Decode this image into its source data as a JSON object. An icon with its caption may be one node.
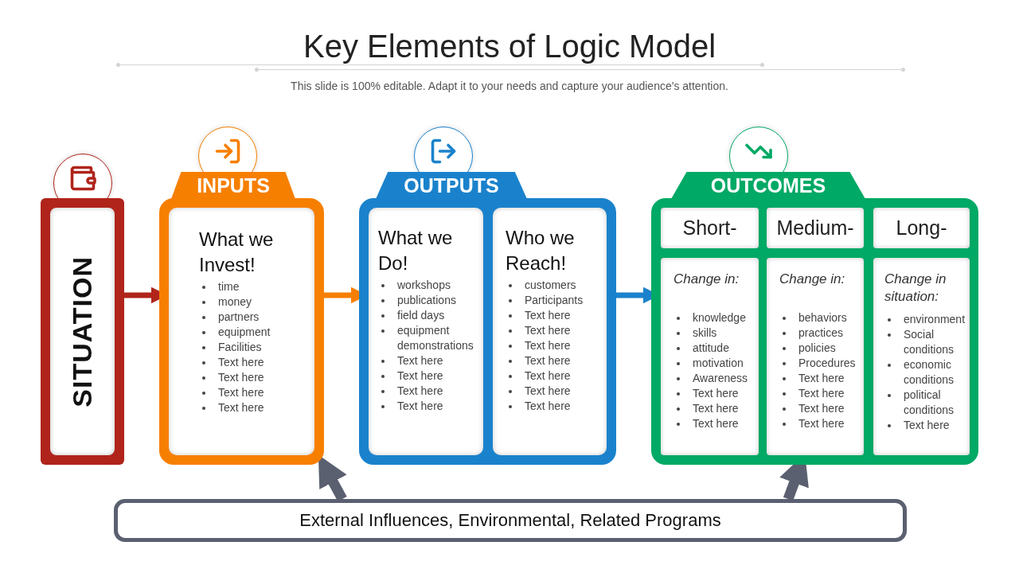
{
  "diagram": {
    "title": "Key Elements of Logic Model",
    "nodes": [
      {
        "text": [
          "SITUATION"
        ]
      },
      {
        "text": [
          "INPUTS"
        ]
      },
      {
        "text": [
          "What we Invest!",
          "time",
          "money",
          "partners",
          "equipment",
          "Facilities",
          "Text here",
          "Text here",
          "Text here",
          "Text here"
        ],
        "in": 1
      },
      {
        "text": [
          "OUTPUTS"
        ]
      },
      {
        "text": [
          "What we Do!",
          "workshops",
          "publications",
          "field days",
          "equipment demonstrations",
          "Text here",
          "Text here",
          "Text here",
          "Text here"
        ],
        "in": 3
      },
      {
        "text": [
          "Who we Reach!",
          "customers",
          "Participants",
          "Text here",
          "Text here",
          "Text here",
          "Text here",
          "Text here",
          "Text here",
          "Text here"
        ],
        "in": 3
      },
      {
        "text": [
          "OUTCOMES"
        ]
      },
      {
        "text": [
          "Short-"
        ],
        "in": 6
      },
      {
        "text": [
          "Medium-"
        ],
        "in": 6
      },
      {
        "text": [
          "Long-"
        ],
        "in": 6
      },
      {
        "text": [
          "Change in:",
          "knowledge",
          "skills",
          "attitude",
          "motivation",
          "Awareness",
          "Text here",
          "Text here",
          "Text here"
        ],
        "in": 6
      },
      {
        "text": [
          "Change in:",
          "behaviors",
          "practices",
          "policies",
          "Procedures",
          "Text here",
          "Text here",
          "Text here",
          "Text here"
        ],
        "in": 6
      },
      {
        "text": [
          "Change in situation:",
          "environment",
          "Social conditions",
          "economic conditions",
          "political conditions",
          "Text here"
        ],
        "in": 6
      },
      {
        "text": [
          "External Influences, Environmental, Related Programs"
        ]
      }
    ],
    "edges": [
      {
        "from": 0,
        "to": 1,
        "arrow": "to",
        "color": "#b0241b"
      },
      {
        "from": 1,
        "to": 3,
        "arrow": "to",
        "color": "#f77f00"
      },
      {
        "from": 3,
        "to": 6,
        "arrow": "to",
        "color": "#1a82cc"
      },
      {
        "from": 13,
        "to": 1,
        "arrow": "to",
        "color": "#5a6070",
        "style": "thick"
      },
      {
        "from": 13,
        "to": 6,
        "arrow": "to",
        "color": "#5a6070",
        "style": "thick"
      }
    ],
    "labels": [
      "This slide is 100% editable. Adapt it to your needs and capture your audience's attention."
    ]
  }
}
